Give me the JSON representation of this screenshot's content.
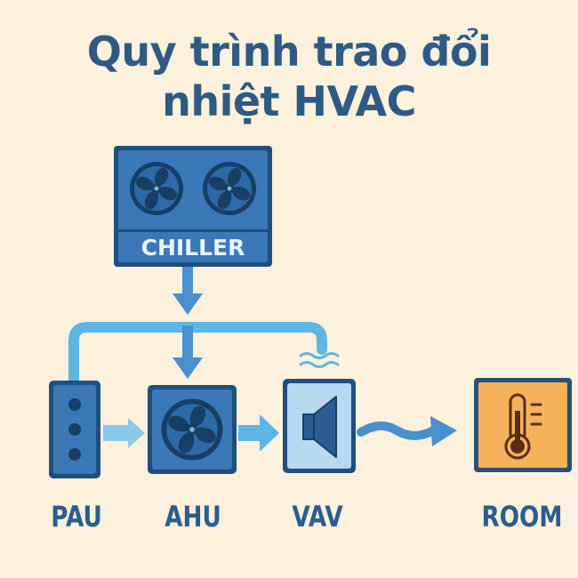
{
  "title": {
    "line1": "Quy trình trao đổi",
    "line2": "nhiệt HVAC"
  },
  "nodes": {
    "chiller": {
      "label": "CHILLER",
      "icon": "dual-fan-icon"
    },
    "pau": {
      "label": "PAU",
      "icon": "three-dot-panel-icon"
    },
    "ahu": {
      "label": "AHU",
      "icon": "fan-icon"
    },
    "vav": {
      "label": "VAV",
      "icon": "speaker-damper-icon"
    },
    "room": {
      "label": "ROOM",
      "icon": "thermometer-icon"
    }
  },
  "colors": {
    "background": "#fbf1dc",
    "title": "#2e5a84",
    "box_blue": "#3a78b8",
    "box_dark": "#1f4f7e",
    "box_light": "#b8d8ef",
    "pipe": "#5db6e3",
    "arrow": "#4a8fce",
    "room_fill": "#f5b25a",
    "room_border": "#2a4f78"
  }
}
